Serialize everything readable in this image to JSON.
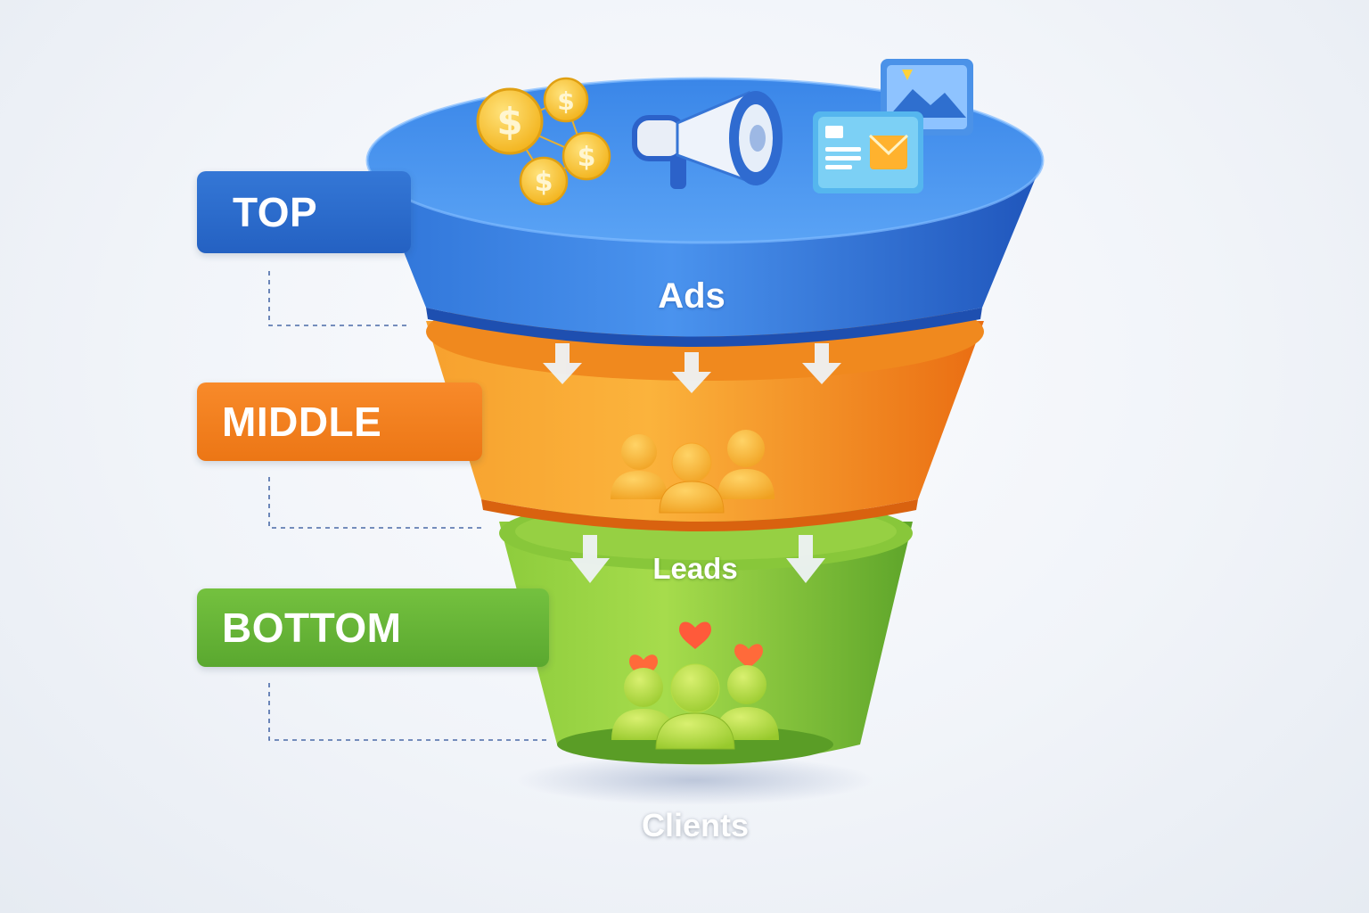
{
  "stages": [
    {
      "tab": "TOP",
      "label": "Ads",
      "color": "#2b6fd6"
    },
    {
      "tab": "MIDDLE",
      "label": "",
      "color": "#f5821f"
    },
    {
      "tab": "BOTTOM",
      "label": "Leads",
      "color": "#6cbb3a"
    }
  ],
  "footer_label": "Clients",
  "icons": {
    "top": [
      "coin-dollar-icon",
      "megaphone-icon",
      "ad-card-icon",
      "image-icon"
    ],
    "middle": [
      "people-group-icon"
    ],
    "bottom": [
      "people-group-icon",
      "heart-icon"
    ]
  }
}
